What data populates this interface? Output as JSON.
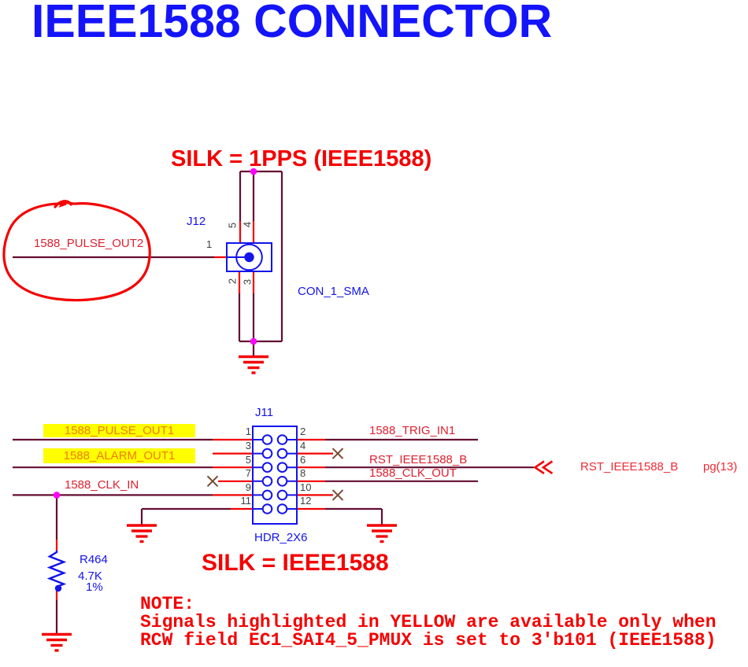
{
  "title": {
    "text": "IEEE1588 CONNECTOR"
  },
  "sma": {
    "silk": "SILK = 1PPS (IEEE1588)",
    "refdes": "J12",
    "device": "CON_1_SMA",
    "net_pulse_out2": "1588_PULSE_OUT2",
    "pin1": "1",
    "pin2": "2",
    "pin3": "3",
    "pin4": "4",
    "pin5": "5"
  },
  "header": {
    "refdes": "J11",
    "device": "HDR_2X6",
    "silk": "SILK = IEEE1588",
    "left_pins": [
      "1",
      "3",
      "5",
      "7",
      "9",
      "11"
    ],
    "right_pins": [
      "2",
      "4",
      "6",
      "8",
      "10",
      "12"
    ],
    "net_pulse_out1": "1588_PULSE_OUT1",
    "net_alarm_out1": "1588_ALARM_OUT1",
    "net_clk_in": "1588_CLK_IN",
    "net_trig_in1": "1588_TRIG_IN1",
    "net_rst": "RST_IEEE1588_B",
    "net_clk_out": "1588_CLK_OUT",
    "offpage_net": "RST_IEEE1588_B",
    "offpage_page": "pg(13)"
  },
  "resistor": {
    "refdes": "R464",
    "value": "4.7K",
    "tol": "1%"
  },
  "note": {
    "heading": "NOTE:",
    "line1": "Signals highlighted in YELLOW are available only when",
    "line2": "RCW field EC1_SAI4_5_PMUX is set to 3'b101 (IEEE1588)"
  },
  "colors": {
    "wire": "#640d32",
    "pin_red": "#f40202",
    "component_blue": "#1313ec",
    "net_label": "#de1f2e",
    "highlight": "#ffff00",
    "highlight_text": "#ee7d00",
    "junction": "#ff00ff",
    "no_connect": "#7a4a33",
    "title_blue": "#1414fa"
  }
}
